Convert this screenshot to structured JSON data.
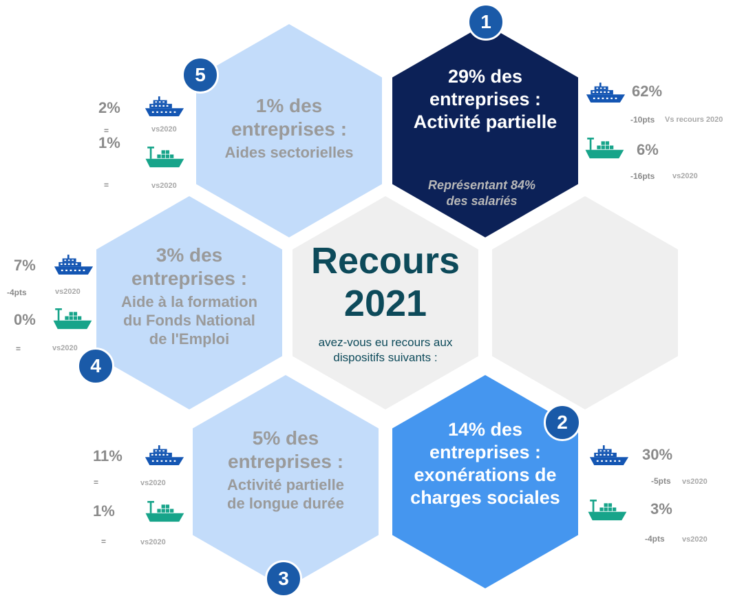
{
  "center": {
    "title_line1": "Recours",
    "title_line2": "2021",
    "subtitle_line1": "avez-vous eu recours aux",
    "subtitle_line2": "dispositifs suivants :"
  },
  "colors": {
    "dark_navy": "#0c2157",
    "blue": "#4596ef",
    "light_blue": "#c3dcfa",
    "gray_hex": "#efefef",
    "badge": "#1a5aa8",
    "cruise_icon": "#1456b3",
    "cargo_icon": "#17a48a"
  },
  "icons": {
    "cruise": "cruise-ship-icon",
    "cargo": "cargo-ship-icon"
  },
  "hex1": {
    "badge": "1",
    "line1": "29% des",
    "line2": "entreprises :",
    "line3": "Activité partielle",
    "note_line1": "Représentant 84%",
    "note_line2": "des salariés",
    "cruise": {
      "pct": "62%",
      "change": "-10pts",
      "vs": "Vs recours 2020"
    },
    "cargo": {
      "pct": "6%",
      "change": "-16pts",
      "vs": "vs2020"
    }
  },
  "hex2": {
    "badge": "2",
    "line1": "14% des",
    "line2": "entreprises :",
    "line3": "exonérations de",
    "line4": "charges sociales",
    "cruise": {
      "pct": "30%",
      "change": "-5pts",
      "vs": "vs2020"
    },
    "cargo": {
      "pct": "3%",
      "change": "-4pts",
      "vs": "vs2020"
    }
  },
  "hex3": {
    "badge": "3",
    "line1": "5% des",
    "line2": "entreprises :",
    "line3": "Activité partielle",
    "line4": "de longue durée",
    "cruise": {
      "pct": "11%",
      "change": "=",
      "vs": "vs2020"
    },
    "cargo": {
      "pct": "1%",
      "change": "=",
      "vs": "vs2020"
    }
  },
  "hex4": {
    "badge": "4",
    "line1": "3% des",
    "line2": "entreprises :",
    "line3": "Aide à la formation",
    "line4": "du Fonds National",
    "line5": "de l'Emploi",
    "cruise": {
      "pct": "7%",
      "change": "-4pts",
      "vs": "vs2020"
    },
    "cargo": {
      "pct": "0%",
      "change": "=",
      "vs": "vs2020"
    }
  },
  "hex5": {
    "badge": "5",
    "line1": "1% des",
    "line2": "entreprises :",
    "line3": "Aides sectorielles",
    "cruise": {
      "pct": "2%",
      "change": "=",
      "vs": "vs2020"
    },
    "cargo": {
      "pct": "1%",
      "change": "=",
      "vs": "vs2020"
    }
  }
}
